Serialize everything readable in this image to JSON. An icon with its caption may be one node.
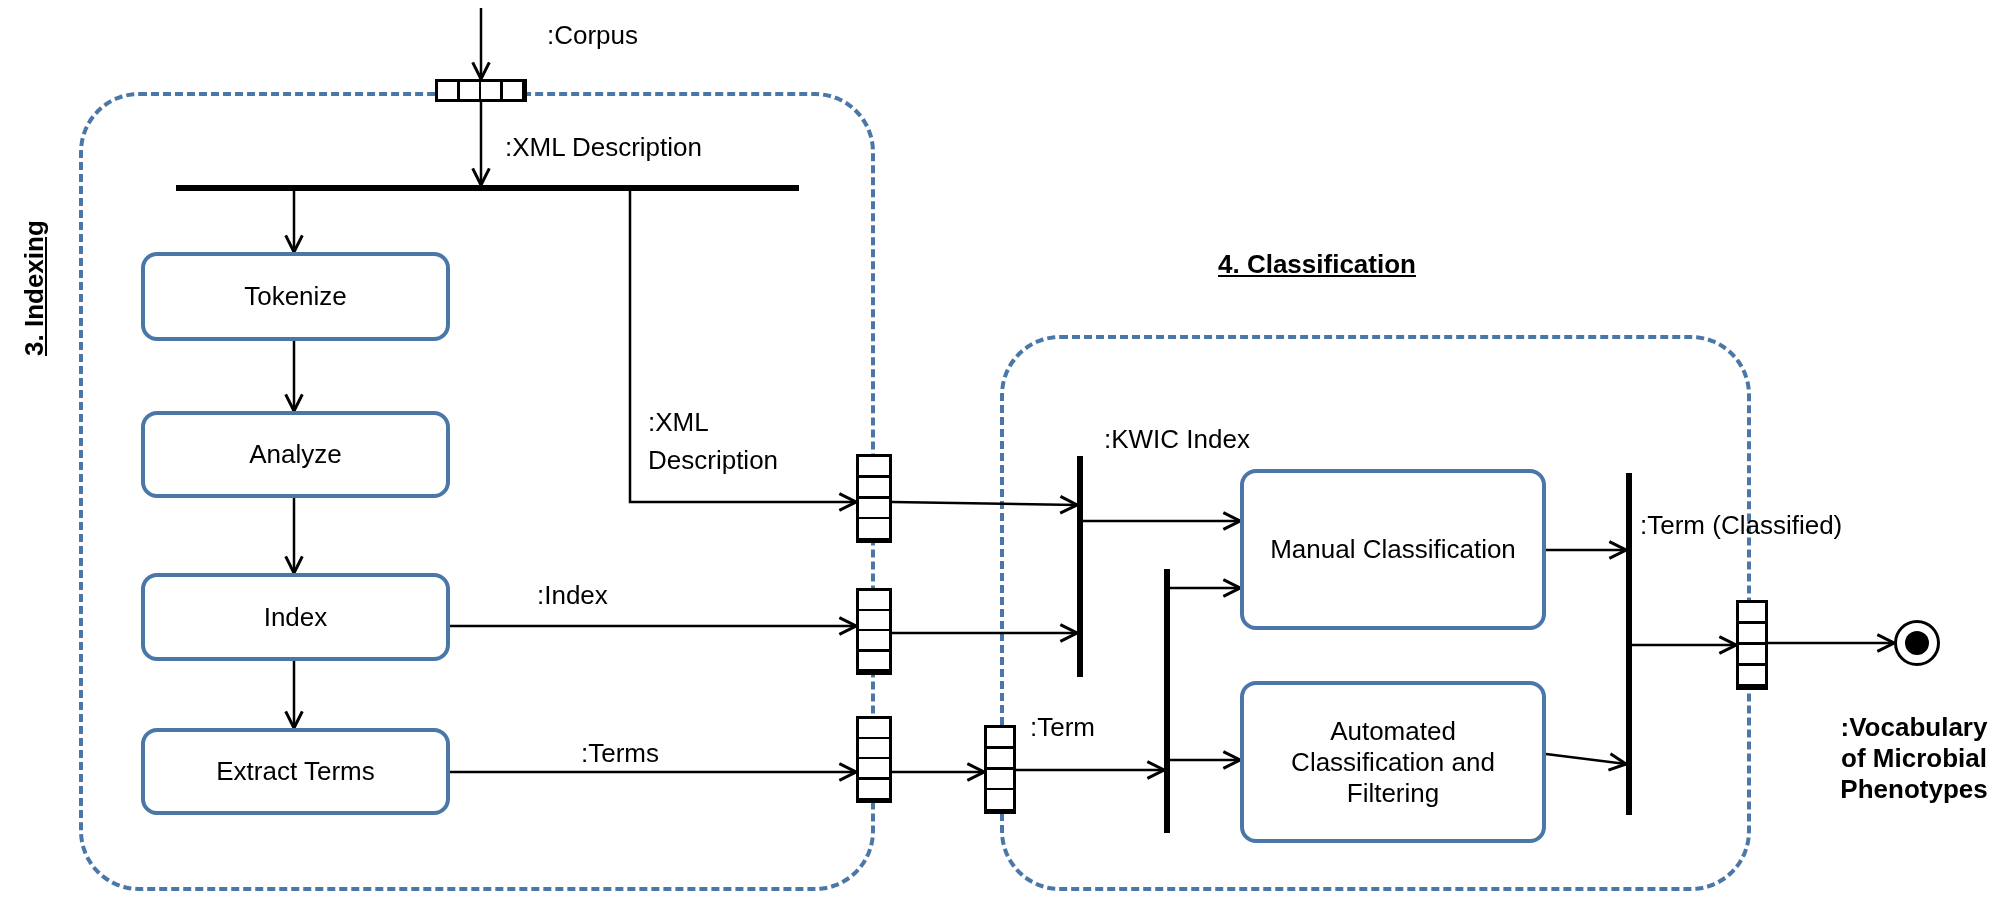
{
  "diagram": {
    "nodes": [
      {
        "text": [
          "3. Indexing"
        ]
      },
      {
        "text": [],
        "shape": "box",
        "beside": [
          ":Corpus"
        ]
      },
      {
        "text": [],
        "shape": "bar",
        "in": 0
      },
      {
        "text": [
          "Tokenize"
        ],
        "in": 0
      },
      {
        "text": [
          "Analyze"
        ],
        "in": 0
      },
      {
        "text": [
          "Index"
        ],
        "in": 0
      },
      {
        "text": [
          "Extract Terms"
        ],
        "in": 0
      },
      {
        "text": [],
        "shape": "box"
      },
      {
        "text": [],
        "shape": "box"
      },
      {
        "text": [],
        "shape": "box"
      },
      {
        "text": [
          "4. Classification"
        ]
      },
      {
        "text": [],
        "shape": "box"
      },
      {
        "text": [],
        "shape": "bar",
        "in": 10,
        "beside": [
          ":KWIC Index"
        ]
      },
      {
        "text": [],
        "shape": "bar",
        "in": 10
      },
      {
        "text": [
          "Manual Classification"
        ],
        "in": 10
      },
      {
        "text": [
          "Automated Classification and Filtering"
        ],
        "in": 10
      },
      {
        "text": [],
        "shape": "bar",
        "in": 10,
        "beside": [
          ":Term (Classified)"
        ]
      },
      {
        "text": [],
        "shape": "box"
      },
      {
        "text": [],
        "shape": "circle",
        "beside": [
          ":Vocabulary of Microbial Phenotypes"
        ]
      }
    ],
    "edges": [
      {
        "from": null,
        "to": 1,
        "arrow": "to"
      },
      {
        "from": 1,
        "to": 2,
        "arrow": "to",
        "label": ":XML Description"
      },
      {
        "from": 2,
        "to": 3,
        "arrow": "to"
      },
      {
        "from": 3,
        "to": 4,
        "arrow": "to"
      },
      {
        "from": 4,
        "to": 5,
        "arrow": "to"
      },
      {
        "from": 5,
        "to": 6,
        "arrow": "to"
      },
      {
        "from": 2,
        "to": 7,
        "arrow": "to",
        "label": ":XML Description"
      },
      {
        "from": 5,
        "to": 8,
        "arrow": "to",
        "label": ":Index"
      },
      {
        "from": 6,
        "to": 9,
        "arrow": "to",
        "label": ":Terms"
      },
      {
        "from": 7,
        "to": 12,
        "arrow": "to"
      },
      {
        "from": 8,
        "to": 12,
        "arrow": "to"
      },
      {
        "from": 9,
        "to": 11,
        "arrow": "to"
      },
      {
        "from": 11,
        "to": 13,
        "arrow": "to",
        "label": ":Term"
      },
      {
        "from": 12,
        "to": 14,
        "arrow": "to"
      },
      {
        "from": 13,
        "to": 14,
        "arrow": "to"
      },
      {
        "from": 13,
        "to": 15,
        "arrow": "to"
      },
      {
        "from": 14,
        "to": 16,
        "arrow": "to"
      },
      {
        "from": 15,
        "to": 16,
        "arrow": "to"
      },
      {
        "from": 16,
        "to": 17,
        "arrow": "to"
      },
      {
        "from": 17,
        "to": 18,
        "arrow": "to"
      }
    ]
  }
}
